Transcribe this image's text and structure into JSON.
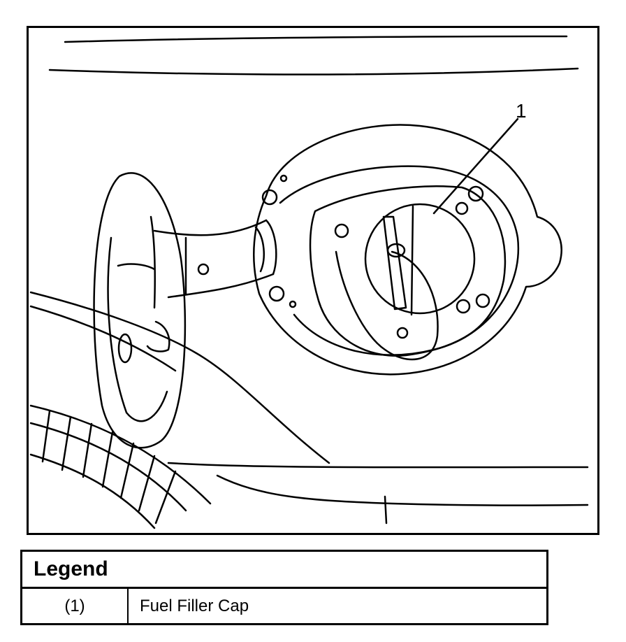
{
  "diagram": {
    "callouts": [
      {
        "id": "1"
      }
    ]
  },
  "legend": {
    "title": "Legend",
    "rows": [
      {
        "id": "(1)",
        "description": "Fuel Filler Cap"
      }
    ]
  }
}
